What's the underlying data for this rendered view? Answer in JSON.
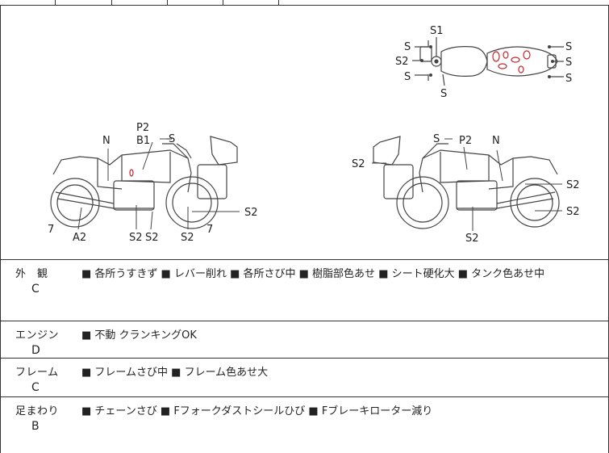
{
  "diagram": {
    "labels": {
      "s1_top": "S1",
      "s_top_l1": "S",
      "s2_top_l": "S2",
      "s_top_l2": "S",
      "s_top_bottom": "S",
      "s_top_r1": "S",
      "s_top_r2": "S",
      "s_top_r3": "S",
      "p2_left": "P2",
      "b1_left": "B1",
      "s_left_top": "S",
      "n_left": "N",
      "seven_left_a": "7",
      "a2_left": "A2",
      "s2_left_a": "S2",
      "s2_left_b": "S2",
      "s2_left_c": "S2",
      "seven_left_b": "7",
      "s2_left_d": "S2",
      "s_right_top": "S",
      "p2_right": "P2",
      "n_right": "N",
      "s2_right_a": "S2",
      "s2_right_b": "S2",
      "s2_right_c": "S2",
      "s2_right_d": "S2"
    }
  },
  "rows": [
    {
      "category": "外　観",
      "grade": "C",
      "notes": "■ 各所うすきず ■ レバー削れ ■ 各所さび中 ■ 樹脂部色あせ ■ シート硬化大 ■ タンク色あせ中"
    },
    {
      "category": "エンジン",
      "grade": "D",
      "notes": "■ 不動 クランキングOK"
    },
    {
      "category": "フレーム",
      "grade": "C",
      "notes": "■ フレームさび中 ■ フレーム色あせ大"
    },
    {
      "category": "足まわり",
      "grade": "B",
      "notes": "■ チェーンさび ■ Fフォークダストシールひび ■ Fブレーキローター減り"
    }
  ],
  "colors": {
    "line": "#333333",
    "damage": "#c0282d",
    "bike": "#444444"
  }
}
